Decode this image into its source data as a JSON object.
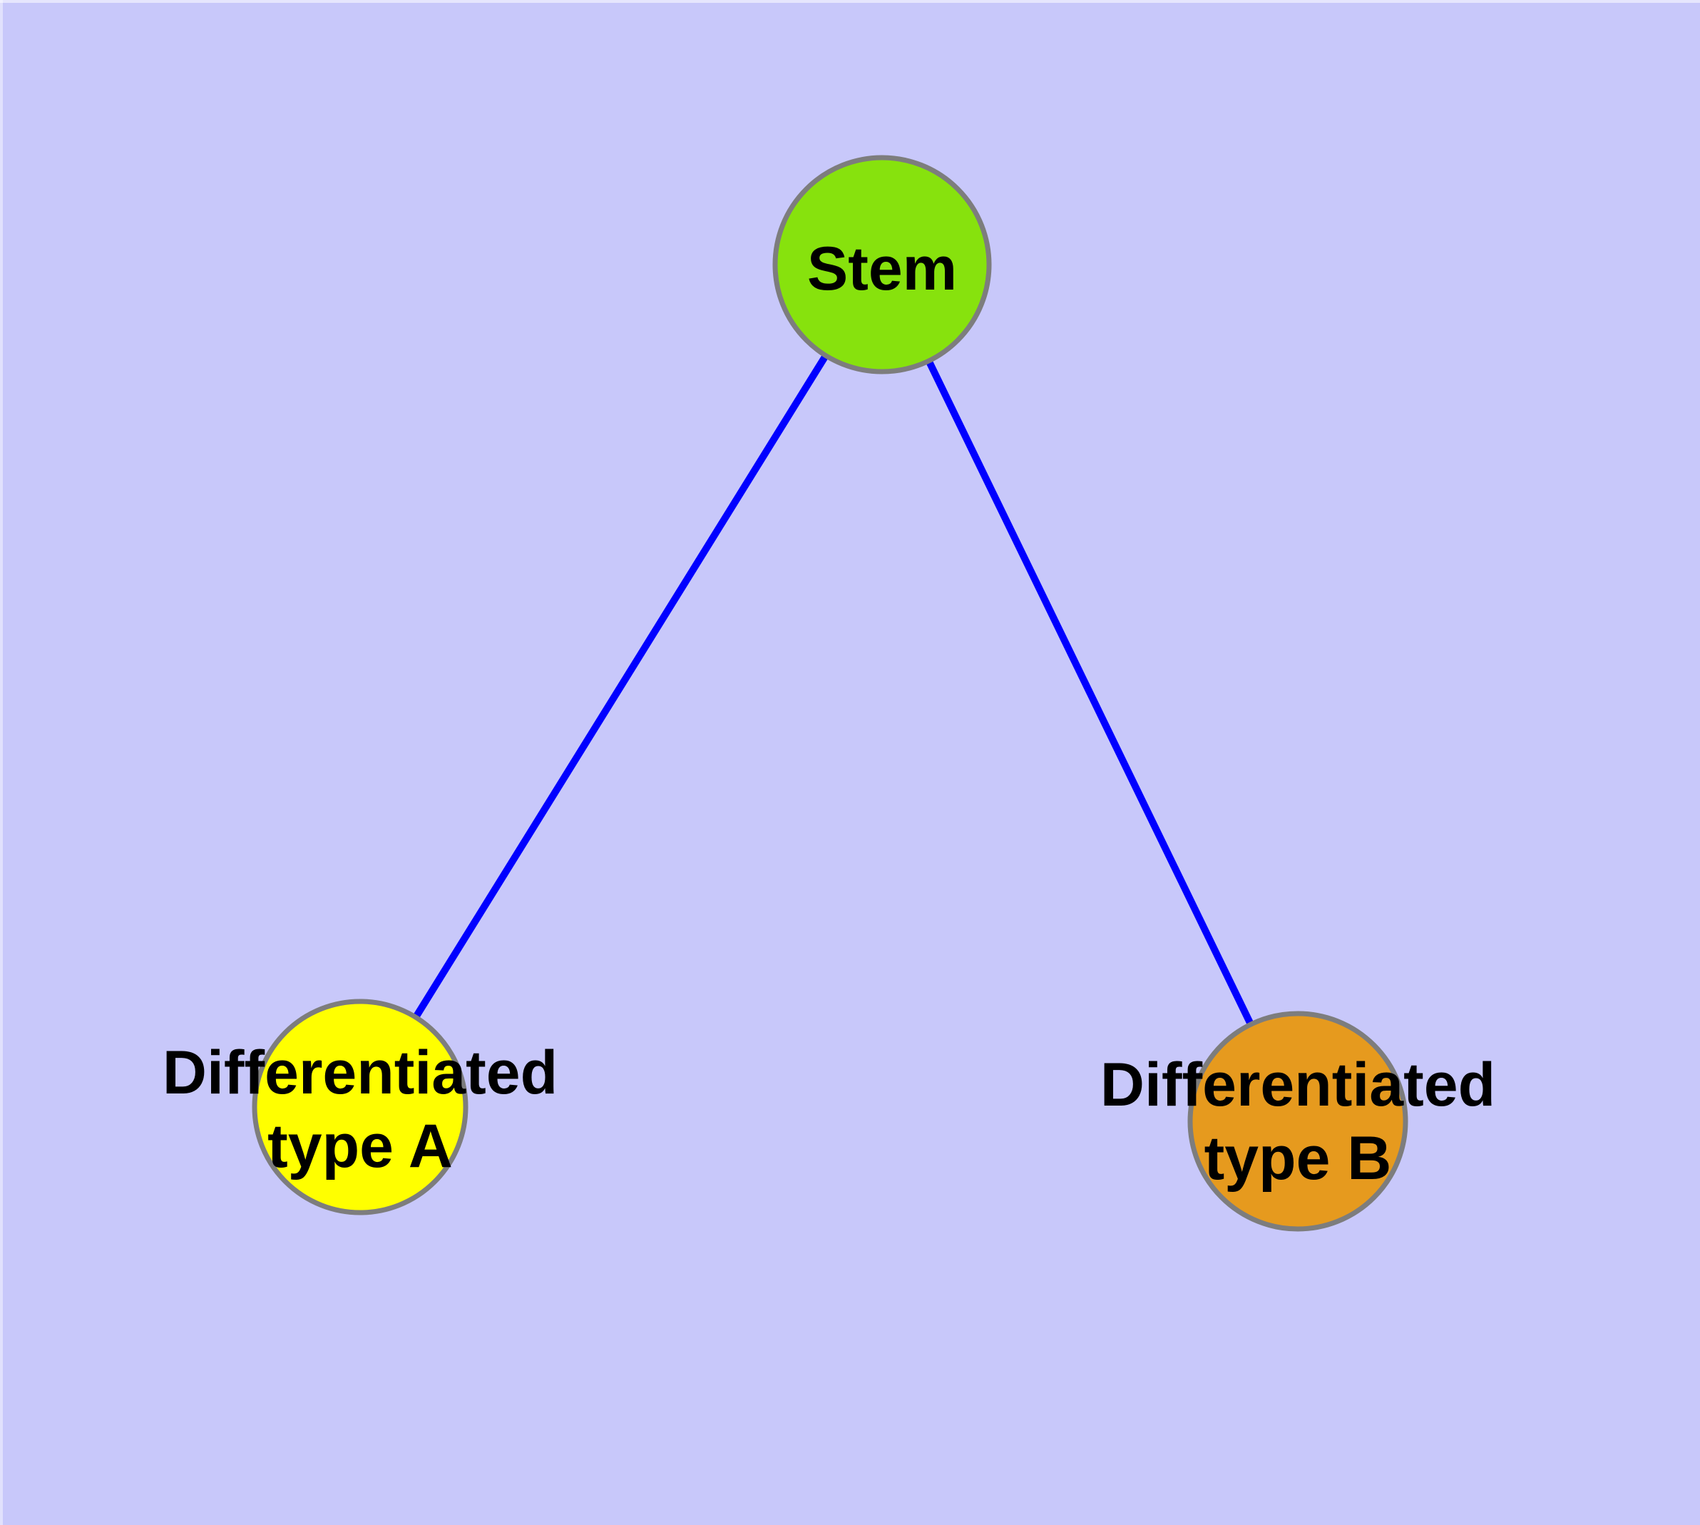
{
  "diagram": {
    "type": "graph",
    "description": "Stem cell differentiation graph with one parent node and two child nodes",
    "background": "#C8C8FA",
    "edge_color": "#0000FF",
    "node_border_color": "#7D7D7D",
    "label_color": "#000000",
    "nodes": [
      {
        "id": "stem",
        "label": "Stem",
        "lines": [
          "Stem"
        ],
        "fill": "#87E20D"
      },
      {
        "id": "type-a",
        "label": "Differentiated type A",
        "lines": [
          "Differentiated",
          "type A"
        ],
        "fill": "#FFFF00"
      },
      {
        "id": "type-b",
        "label": "Differentiated type B",
        "lines": [
          "Differentiated",
          "type B"
        ],
        "fill": "#E69A1E"
      }
    ],
    "edges": [
      {
        "from": "Stem",
        "to": "Differentiated type A"
      },
      {
        "from": "Stem",
        "to": "Differentiated type B"
      }
    ]
  }
}
